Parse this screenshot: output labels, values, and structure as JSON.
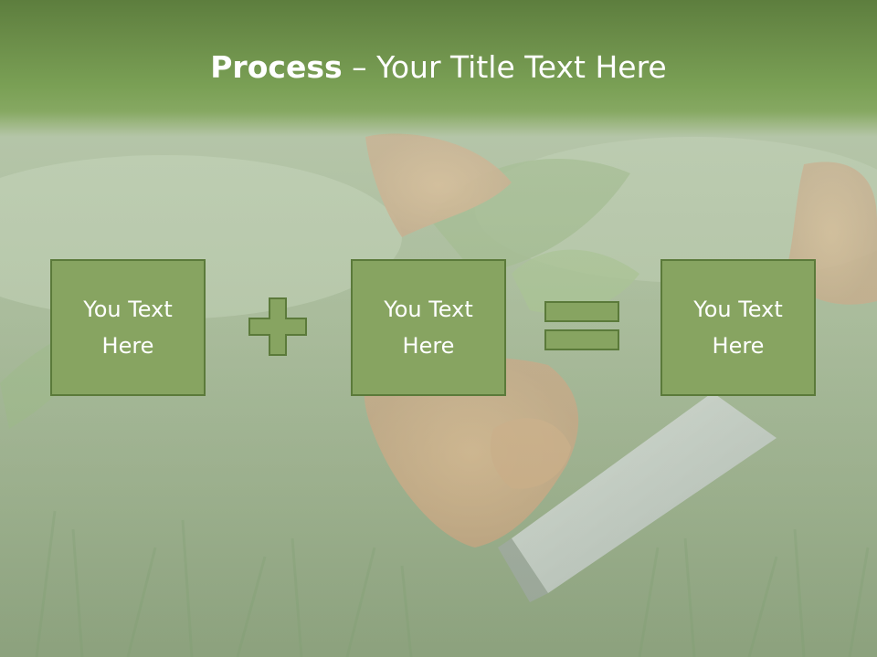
{
  "title": {
    "bold": "Process",
    "rest": " – Your Title Text Here"
  },
  "boxes": [
    {
      "label": "You Text Here"
    },
    {
      "label": "You Text Here"
    },
    {
      "label": "You Text Here"
    }
  ],
  "operators": [
    "plus-icon",
    "equals-icon"
  ],
  "colors": {
    "title_band": "#6a8c48",
    "box_fill": "#87a461",
    "box_border": "#5b7a3a",
    "text": "#ffffff"
  }
}
